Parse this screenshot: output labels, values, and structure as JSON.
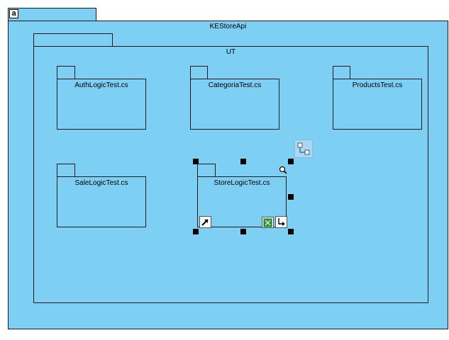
{
  "diagram": {
    "root_package": "KEStoreApi",
    "sub_package": "UT",
    "files": [
      {
        "name": "AuthLogicTest.cs"
      },
      {
        "name": "CategoriaTest.cs"
      },
      {
        "name": "ProductsTest.cs"
      },
      {
        "name": "SaleLogicTest.cs"
      },
      {
        "name": "StoreLogicTest.cs",
        "selected": true
      }
    ]
  },
  "toolbar": {
    "corner_badge": "a"
  },
  "icons": {
    "corner": "package-a-icon",
    "connector": "connector-icon",
    "zoom": "zoom-icon",
    "resize": "resize-arrow-icon",
    "fit": "fit-to-content-icon",
    "link": "link-arrow-icon"
  },
  "colors": {
    "package_fill": "#7ecff4",
    "border": "#1a1a1a",
    "handle": "#000000"
  }
}
